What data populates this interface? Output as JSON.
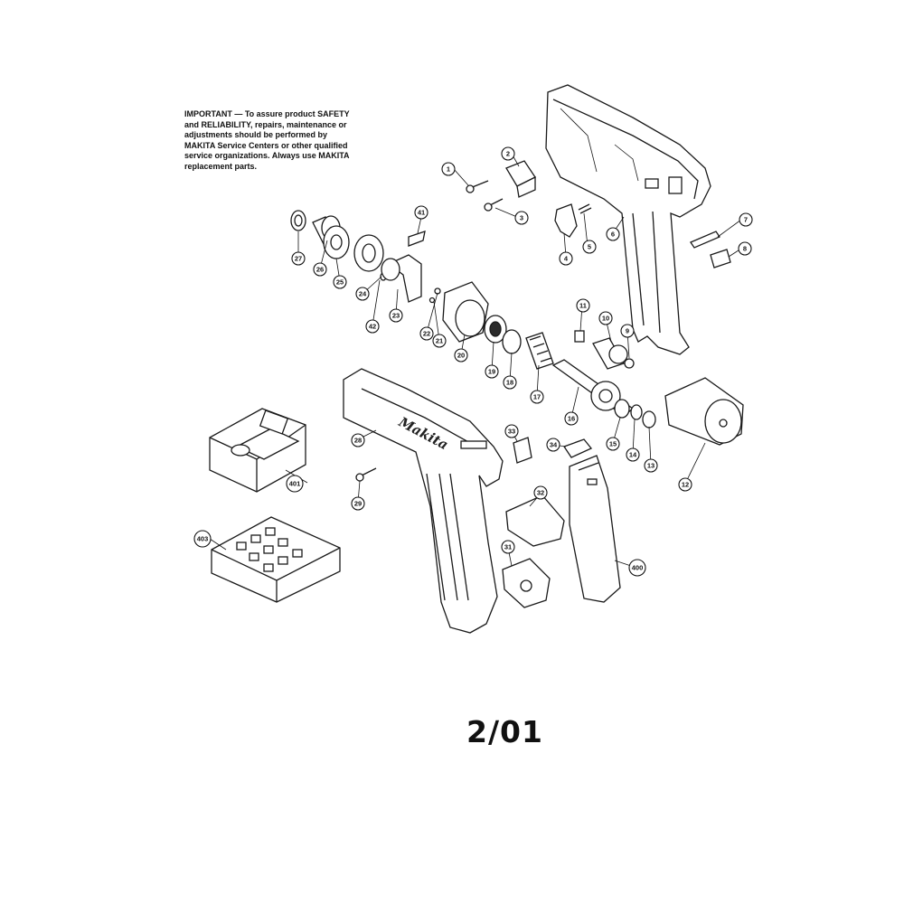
{
  "notice": {
    "lines": [
      "IMPORTANT — To assure product SAFETY",
      "and RELIABILITY, repairs, maintenance or",
      "adjustments should be performed by",
      "MAKITA Service Centers or other qualified",
      "service organizations. Always use MAKITA",
      "replacement parts."
    ]
  },
  "housing_brand": "Makita",
  "callouts": [
    "1",
    "2",
    "3",
    "4",
    "5",
    "6",
    "7",
    "8",
    "9",
    "10",
    "11",
    "12",
    "13",
    "14",
    "15",
    "16",
    "17",
    "18",
    "19",
    "20",
    "21",
    "22",
    "23",
    "24",
    "25",
    "26",
    "27",
    "28",
    "29",
    "31",
    "32",
    "33",
    "34",
    "41",
    "42",
    "400",
    "401",
    "403"
  ],
  "footer": "2/01"
}
